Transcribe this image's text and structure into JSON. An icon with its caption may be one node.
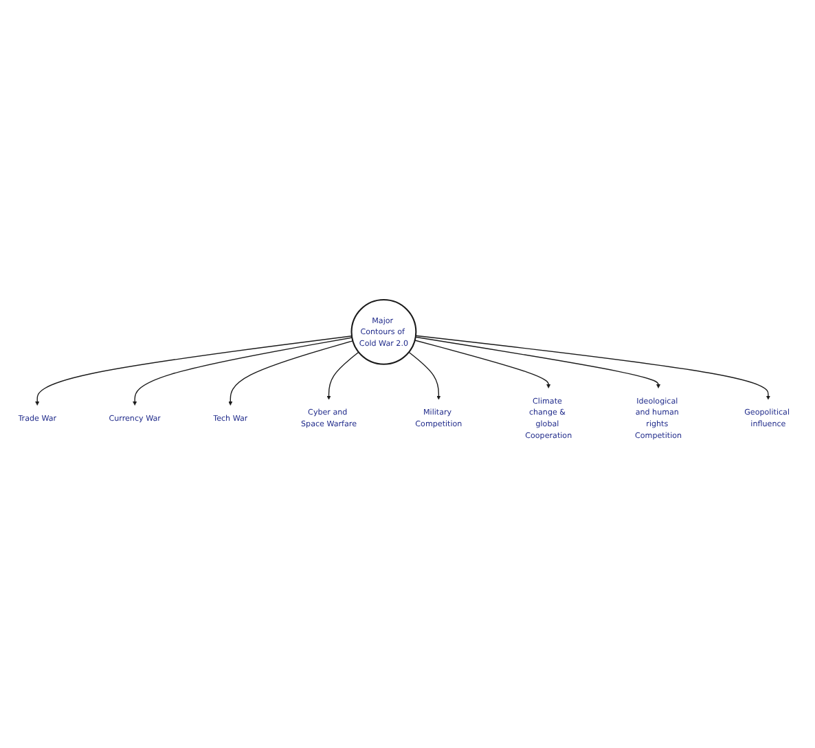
{
  "diagram": {
    "nodes": [
      {
        "text": [
          "Major Contours of Cold War 2.0"
        ]
      },
      {
        "text": [
          "Trade War"
        ]
      },
      {
        "text": [
          "Currency War"
        ]
      },
      {
        "text": [
          "Tech War"
        ]
      },
      {
        "text": [
          "Cyber and Space Warfare"
        ]
      },
      {
        "text": [
          "Military Competition"
        ]
      },
      {
        "text": [
          "Climate change & global Cooperation"
        ]
      },
      {
        "text": [
          "Ideological and human rights Competition"
        ]
      },
      {
        "text": [
          "Geopolitical influence"
        ]
      }
    ],
    "edges": [
      {
        "from": 0,
        "to": 1,
        "arrow": "to"
      },
      {
        "from": 0,
        "to": 2,
        "arrow": "to"
      },
      {
        "from": 0,
        "to": 3,
        "arrow": "to"
      },
      {
        "from": 0,
        "to": 4,
        "arrow": "to"
      },
      {
        "from": 0,
        "to": 5,
        "arrow": "to"
      },
      {
        "from": 0,
        "to": 6,
        "arrow": "to"
      },
      {
        "from": 0,
        "to": 7,
        "arrow": "to"
      },
      {
        "from": 0,
        "to": 8,
        "arrow": "to"
      }
    ]
  }
}
